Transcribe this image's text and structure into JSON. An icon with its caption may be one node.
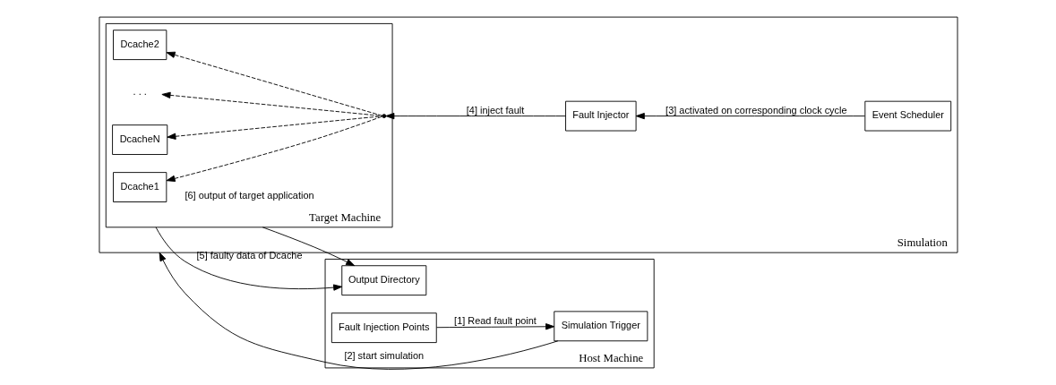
{
  "diagram": {
    "nodes": [
      {
        "text": [
          "Simulation"
        ]
      },
      {
        "text": [
          "Target Machine"
        ],
        "in": 0
      },
      {
        "text": [
          "Dcache1"
        ],
        "in": 1
      },
      {
        "text": [
          "Dcache2"
        ],
        "in": 1
      },
      {
        "text": [
          ". . ."
        ],
        "in": 1
      },
      {
        "text": [
          "DcacheN"
        ],
        "in": 1
      },
      {
        "text": [
          "Fault Injector"
        ],
        "in": 0
      },
      {
        "text": [
          "Event Scheduler"
        ],
        "in": 0
      },
      {
        "text": [
          "Host Machine"
        ]
      },
      {
        "text": [
          "Output Directory"
        ],
        "in": 8
      },
      {
        "text": [
          "Simulation Trigger"
        ],
        "in": 8
      },
      {
        "text": [
          "Fault Injection Points"
        ],
        "in": 8
      },
      {
        "text": [],
        "shape": "point",
        "in": 1
      }
    ],
    "edges": [
      {
        "from": 1,
        "to": 9,
        "arrow": "to",
        "label": "[6] output of target application"
      },
      {
        "from": 1,
        "to": 9,
        "arrow": "to",
        "label": "[5] faulty data of Dcache"
      },
      {
        "from": 6,
        "to": 12,
        "arrow": "to",
        "label": "[4] inject fault"
      },
      {
        "from": 12,
        "to": 2,
        "arrow": "to",
        "style": "dashed"
      },
      {
        "from": 12,
        "to": 3,
        "arrow": "to",
        "style": "dashed"
      },
      {
        "from": 12,
        "to": 4,
        "arrow": "to",
        "style": "dashed"
      },
      {
        "from": 12,
        "to": 5,
        "arrow": "to",
        "style": "dashed"
      },
      {
        "from": 7,
        "to": 6,
        "arrow": "to",
        "label": "[3] activated on corresponding clock cycle"
      },
      {
        "from": 10,
        "to": 0,
        "arrow": "to",
        "label": "[2] start simulation"
      },
      {
        "from": 11,
        "to": 10,
        "arrow": "to",
        "label": "[1] Read fault point"
      }
    ]
  }
}
